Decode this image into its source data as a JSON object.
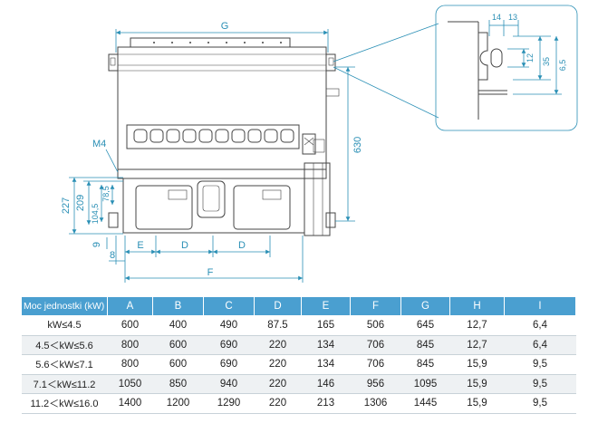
{
  "drawing": {
    "labels": {
      "G": "G",
      "F": "F",
      "E": "E",
      "D": "D",
      "M4": "M4",
      "h630": "630",
      "h227": "227",
      "h209": "209",
      "h104": "104,5",
      "h78": "78,5",
      "h9": "9",
      "h8": "8",
      "d14": "14",
      "d13": "13",
      "d12": "12",
      "d35": "35",
      "d65": "6,5"
    }
  },
  "table": {
    "headers": [
      "Moc jednostki (kW)",
      "A",
      "B",
      "C",
      "D",
      "E",
      "F",
      "G",
      "H",
      "I"
    ],
    "rows": [
      [
        "kW≤4.5",
        "600",
        "400",
        "490",
        "87.5",
        "165",
        "506",
        "645",
        "12,7",
        "6,4"
      ],
      [
        "4.5＜kW≤5.6",
        "800",
        "600",
        "690",
        "220",
        "134",
        "706",
        "845",
        "12,7",
        "6,4"
      ],
      [
        "5.6＜kW≤7.1",
        "800",
        "600",
        "690",
        "220",
        "134",
        "706",
        "845",
        "15,9",
        "9,5"
      ],
      [
        "7.1＜kW≤11.2",
        "1050",
        "850",
        "940",
        "220",
        "146",
        "956",
        "1095",
        "15,9",
        "9,5"
      ],
      [
        "11.2＜kW≤16.0",
        "1400",
        "1200",
        "1290",
        "220",
        "213",
        "1306",
        "1445",
        "15,9",
        "9,5"
      ]
    ]
  },
  "colors": {
    "header_bg": "#4a9fd0",
    "dimension": "#2a8fb5",
    "row_alt": "#eef1f3"
  }
}
